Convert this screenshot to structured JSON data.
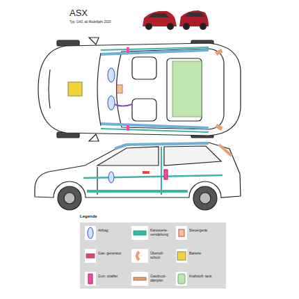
{
  "diagram": {
    "title": "ASX",
    "labels": [
      "Typ: GA0, ab Modelljahr 2020",
      "Legende"
    ],
    "legend": [
      {
        "text": "Airbag"
      },
      {
        "text": "Karosserie- verstärkung"
      },
      {
        "text": "Steuergerät"
      },
      {
        "text": "Gas- generator"
      },
      {
        "text": "Überroll- schutz"
      },
      {
        "text": "Batterie"
      },
      {
        "text": "Gurt- straffer"
      },
      {
        "text": "Gasdruck- dämpfer"
      },
      {
        "text": "Kraftstoff- tank"
      }
    ]
  }
}
